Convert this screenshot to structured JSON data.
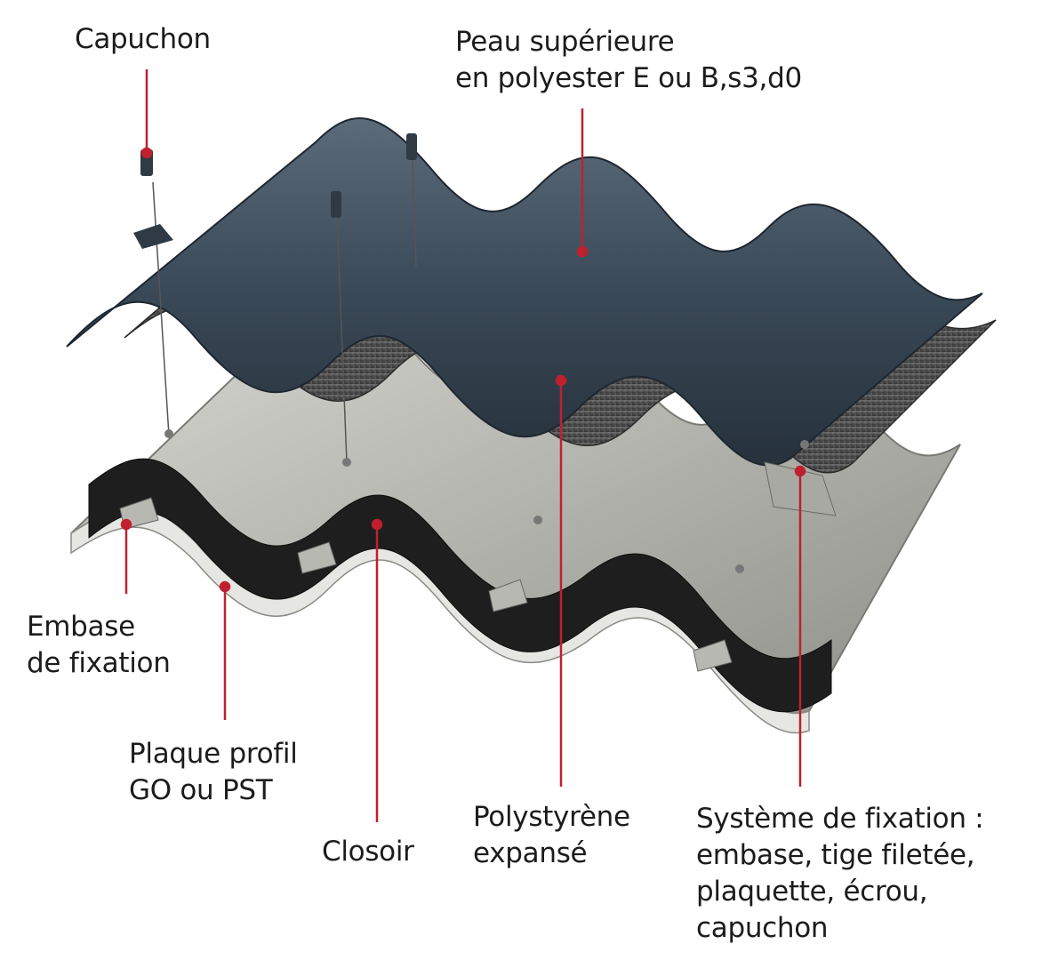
{
  "colors": {
    "leader": "#c0202e",
    "top_skin": "#3a4957",
    "foam": "#4a4a4a",
    "metal": "#bdbdb8",
    "closure": "#1e1e1e",
    "background": "#ffffff"
  },
  "labels": {
    "capuchon": "Capuchon",
    "peau_line1": "Peau supérieure",
    "peau_line2": "en polyester E ou B,s3,d0",
    "embase_line1": "Embase",
    "embase_line2": "de fixation",
    "plaque_line1": "Plaque profil",
    "plaque_line2": "GO ou PST",
    "closoir": "Closoir",
    "polystyrene_line1": "Polystyrène",
    "polystyrene_line2": "expansé",
    "systeme_line1": "Système de fixation :",
    "systeme_line2": "embase, tige filetée,",
    "systeme_line3": "plaquette, écrou,",
    "systeme_line4": "capuchon"
  },
  "illustration": {
    "layers": [
      "top-skin",
      "polystyrene-foam",
      "profile-plate",
      "closure"
    ],
    "fixings": [
      "cap",
      "washer",
      "threaded-rod",
      "base",
      "screw"
    ]
  }
}
